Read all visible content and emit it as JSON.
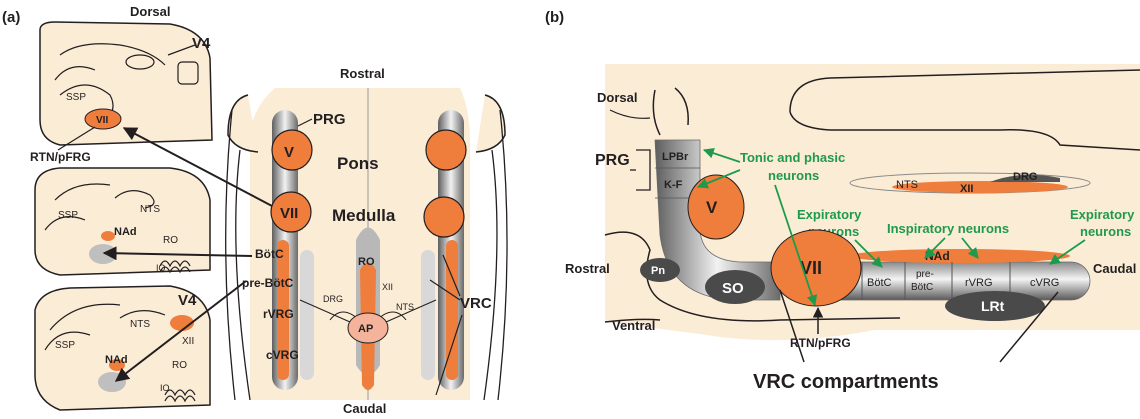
{
  "panel_a": {
    "label": "(a)",
    "dorsal": "Dorsal",
    "v4_top": "V4",
    "v4_bottom": "V4",
    "ssp_1": "SSP",
    "ssp_2": "SSP",
    "ssp_3": "SSP",
    "vii_slice": "VII",
    "rtn": "RTN/pFRG",
    "nts_1": "NTS",
    "nts_2": "NTS",
    "nad_1": "NAd",
    "nad_2": "NAd",
    "ro_1": "RO",
    "ro_2": "RO",
    "io_1": "IO",
    "io_2": "IO",
    "xii_slice": "XII",
    "rostral": "Rostral",
    "caudal": "Caudal",
    "prg": "PRG",
    "v": "V",
    "pons": "Pons",
    "vii": "VII",
    "medulla": "Medulla",
    "botc": "BötC",
    "prebotc": "pre-BötC",
    "rvrg": "rVRG",
    "cvrg": "cVRG",
    "drg": "DRG",
    "ro_center": "RO",
    "xii_center": "XII",
    "nts_center": "NTS",
    "ap": "AP",
    "vrc": "VRC"
  },
  "panel_b": {
    "label": "(b)",
    "dorsal": "Dorsal",
    "rostral": "Rostral",
    "ventral": "Ventral",
    "caudal": "Caudal",
    "prg": "PRG",
    "lpbr": "LPBr",
    "kf": "K-F",
    "v": "V",
    "tonic_1": "Tonic and phasic",
    "tonic_2": "neurons",
    "nts": "NTS",
    "drg": "DRG",
    "xii": "XII",
    "exp_left_1": "Expiratory",
    "exp_left_2": "neurons",
    "insp": "Inspiratory neurons",
    "exp_right_1": "Expiratory",
    "exp_right_2": "neurons",
    "pn": "Pn",
    "so": "SO",
    "vii": "VII",
    "nad": "NAd",
    "botc": "BötC",
    "prebotc_1": "pre-",
    "prebotc_2": "BötC",
    "rvrg": "rVRG",
    "cvrg": "cVRG",
    "lrt": "LRt",
    "rtn": "RTN/pFRG",
    "vrc_compartments": "VRC  compartments"
  },
  "colors": {
    "orange": "#ef7d3c",
    "tissue": "#fbecd6",
    "gray_dark": "#4a4a4a",
    "green": "#1f9a4c"
  }
}
